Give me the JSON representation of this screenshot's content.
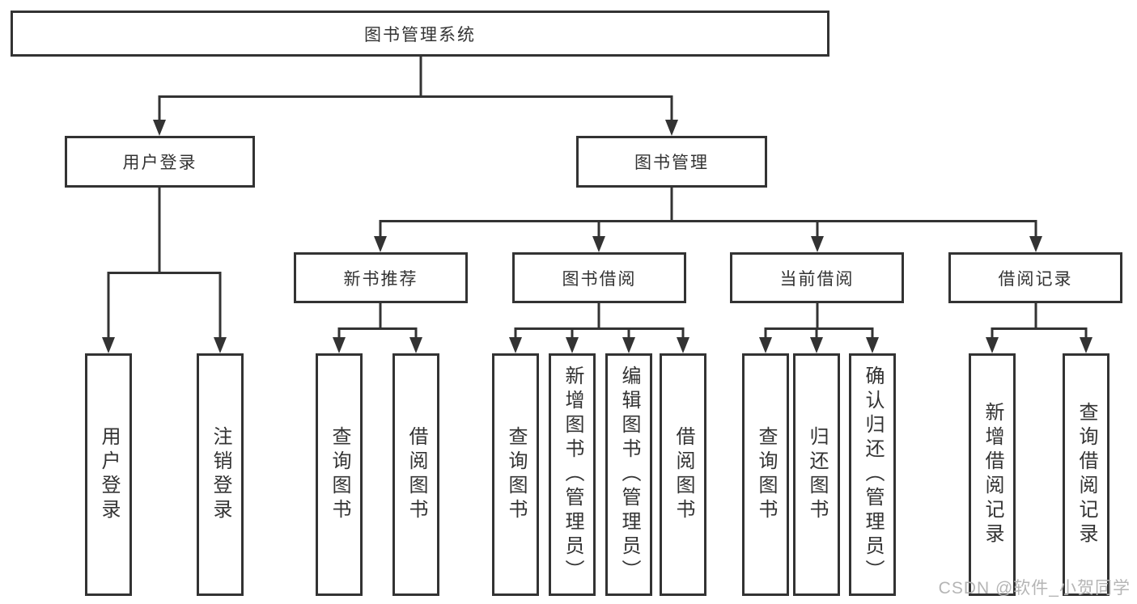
{
  "diagram": {
    "root": {
      "label": "图书管理系统"
    },
    "user_login": {
      "label": "用户登录",
      "children": [
        {
          "label": "用户登录"
        },
        {
          "label": "注销登录"
        }
      ]
    },
    "book_mgmt": {
      "label": "图书管理",
      "sections": [
        {
          "label": "新书推荐",
          "children": [
            {
              "label": "查询图书"
            },
            {
              "label": "借阅图书"
            }
          ]
        },
        {
          "label": "图书借阅",
          "children": [
            {
              "label": "查询图书"
            },
            {
              "label": "新增图书（管理员）"
            },
            {
              "label": "编辑图书（管理员）"
            },
            {
              "label": "借阅图书"
            }
          ]
        },
        {
          "label": "当前借阅",
          "children": [
            {
              "label": "查询图书"
            },
            {
              "label": "归还图书"
            },
            {
              "label": "确认归还（管理员）"
            }
          ]
        },
        {
          "label": "借阅记录",
          "children": [
            {
              "label": "新增借阅记录"
            },
            {
              "label": "查询借阅记录"
            }
          ]
        }
      ]
    },
    "watermark": "CSDN @软件_小贺同学",
    "colors": {
      "line": "#333333",
      "text": "#333333",
      "background": "#ffffff",
      "watermark": "#b5b5b5"
    }
  }
}
